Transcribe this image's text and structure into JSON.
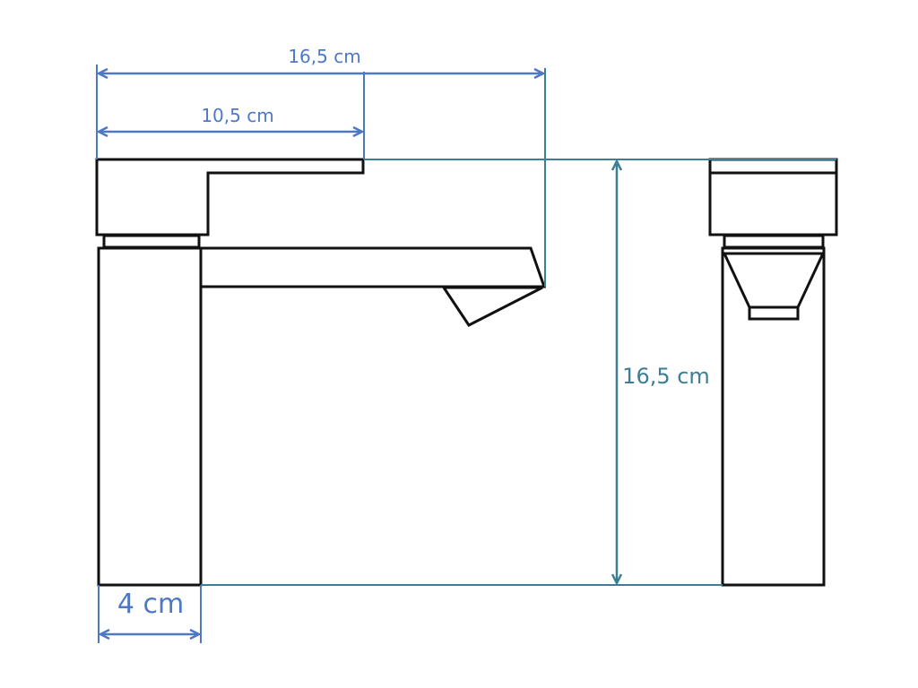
{
  "diagram": {
    "dimensions": {
      "total_length": "16,5 cm",
      "lever_length": "10,5 cm",
      "height": "16,5 cm",
      "base_width": "4 cm"
    },
    "colors": {
      "outline": "#111111",
      "dimension_blue": "#4f78c4",
      "dimension_teal": "#3b7f95",
      "background": "#ffffff"
    }
  }
}
